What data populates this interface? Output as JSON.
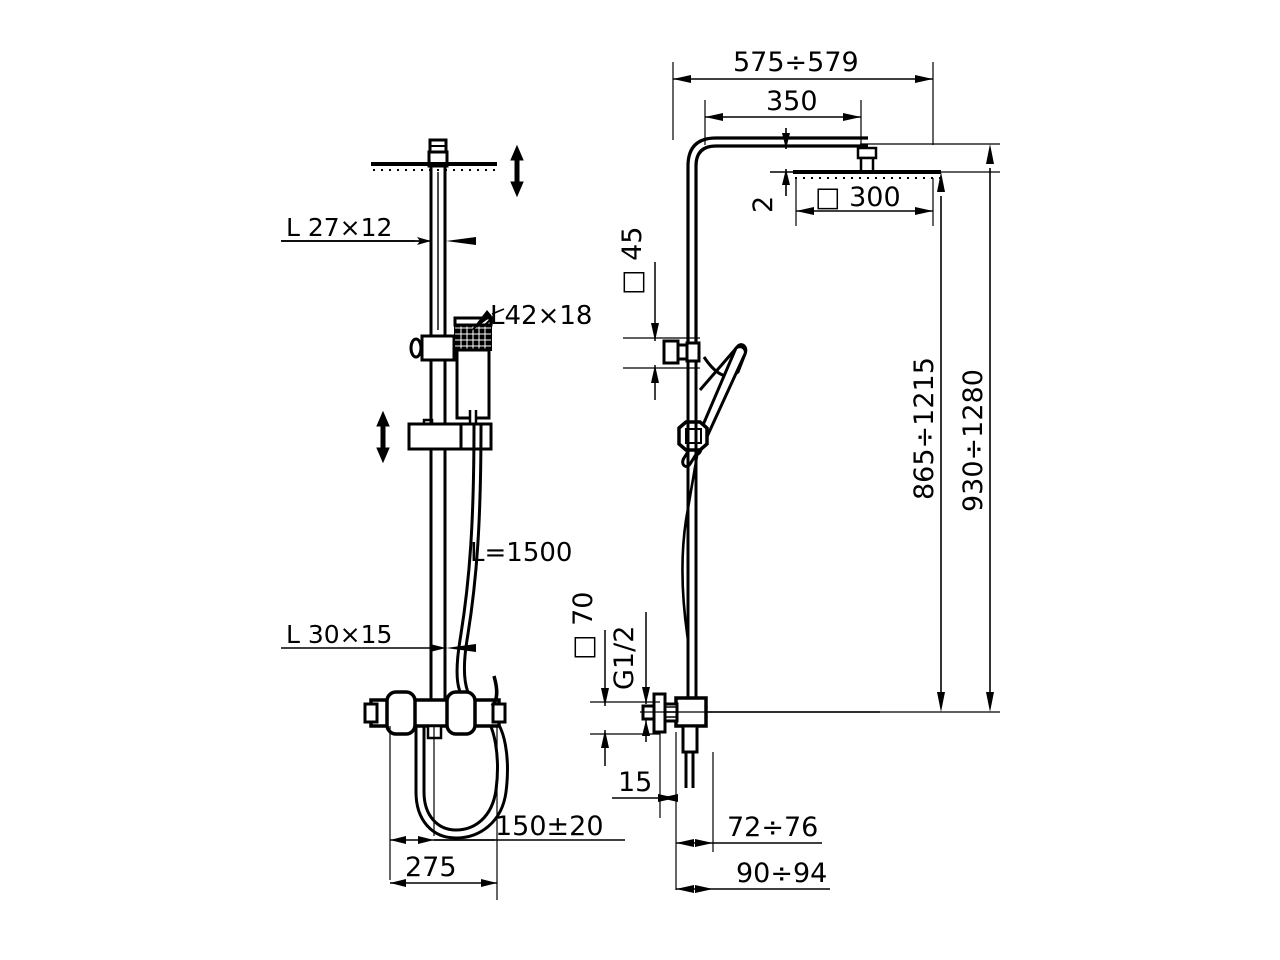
{
  "drawing": {
    "title": "Shower column technical drawing",
    "line_color": "#000000",
    "background": "#ffffff",
    "views": [
      {
        "name": "front-view",
        "position": "left"
      },
      {
        "name": "side-view",
        "position": "right"
      }
    ]
  },
  "front_view": {
    "labels": {
      "head_rail": "L  27×12",
      "hand_shower": "L42×18",
      "lower_rail": "L  30×15",
      "hose_length": "L=1500",
      "projection_150": "150±20",
      "width_275": "275"
    }
  },
  "side_view": {
    "labels": {
      "overall_reach": "575÷579",
      "arm_reach": "350",
      "head_size": "□ 300",
      "head_thickness": "2",
      "bracket_45": "□ 45",
      "height_865": "865÷1215",
      "height_930": "930÷1280",
      "inlet_70": "□ 70",
      "thread": "G1/2",
      "depth_15": "15",
      "depth_72": "72÷76",
      "depth_90": "90÷94"
    }
  },
  "annotations": {
    "adjustable_head_arrow": "up-down-arrow",
    "adjustable_slider_arrow": "up-down-arrow"
  }
}
